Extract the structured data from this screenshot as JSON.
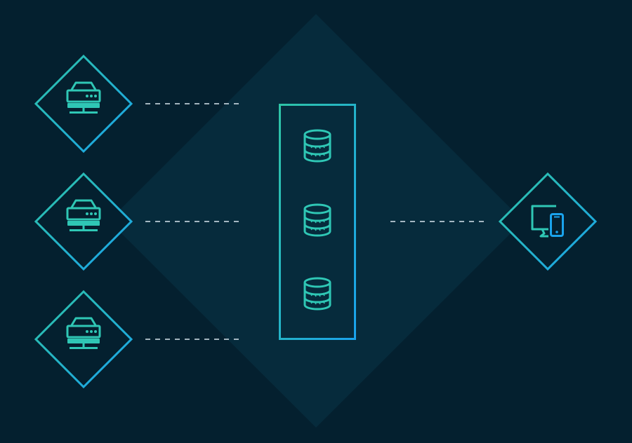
{
  "colors": {
    "background": "#04202F",
    "backdrop_diamond": "#062B3C",
    "gradient_start": "#2EC4A6",
    "gradient_end": "#1AA3EC",
    "connector": "#D8E6EE"
  },
  "diagram": {
    "sources": [
      {
        "id": "server-1",
        "icon": "server-icon"
      },
      {
        "id": "server-2",
        "icon": "server-icon"
      },
      {
        "id": "server-3",
        "icon": "server-icon"
      }
    ],
    "hub": {
      "id": "database-stack",
      "items": [
        {
          "id": "database-1",
          "icon": "database-icon"
        },
        {
          "id": "database-2",
          "icon": "database-icon"
        },
        {
          "id": "database-3",
          "icon": "database-icon"
        }
      ]
    },
    "target": {
      "id": "client-devices",
      "icon": "desktop-and-mobile-icon"
    },
    "edges": [
      {
        "from": "server-1",
        "to": "database-stack",
        "style": "dashed"
      },
      {
        "from": "server-2",
        "to": "database-stack",
        "style": "dashed"
      },
      {
        "from": "server-3",
        "to": "database-stack",
        "style": "dashed"
      },
      {
        "from": "database-stack",
        "to": "client-devices",
        "style": "dashed"
      }
    ]
  }
}
